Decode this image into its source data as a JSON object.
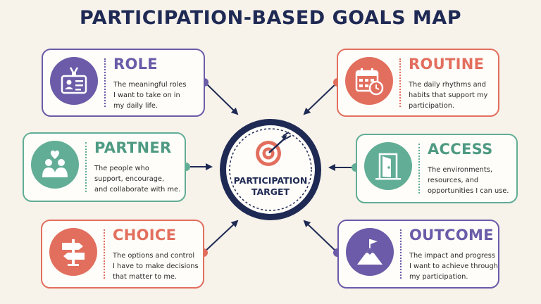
{
  "title": "PARTICIPATION-BASED GOALS MAP",
  "center": {
    "line1": "PARTICIPATION",
    "line2": "TARGET",
    "icon": "target-with-arrow-icon"
  },
  "colors": {
    "navy": "#1f2a54",
    "purple": "#6b5ba8",
    "coral": "#e26f5e",
    "teal": "#62ad96",
    "background": "#f7f2ea"
  },
  "cards": {
    "role": {
      "title": "ROLE",
      "icon": "id-badge-icon",
      "lines": [
        "The meaningful roles",
        "I want to take on in",
        "my daily life."
      ]
    },
    "partner": {
      "title": "PARTNER",
      "icon": "people-heart-icon",
      "lines": [
        "The people who",
        "support, encourage,",
        "and collaborate with me."
      ]
    },
    "choice": {
      "title": "CHOICE",
      "icon": "signpost-icon",
      "lines": [
        "The options and control",
        "I have to make decisions",
        "that matter to me."
      ]
    },
    "routine": {
      "title": "ROUTINE",
      "icon": "calendar-clock-icon",
      "lines": [
        "The daily rhythms and",
        "habits that support my",
        "participation."
      ]
    },
    "access": {
      "title": "ACCESS",
      "icon": "open-door-icon",
      "lines": [
        "The environments,",
        "resources, and",
        "opportunities I can use."
      ]
    },
    "outcome": {
      "title": "OUTCOME",
      "icon": "mountain-flag-icon",
      "lines": [
        "The impact and progress",
        "I want to achieve through",
        "my participation."
      ]
    }
  }
}
